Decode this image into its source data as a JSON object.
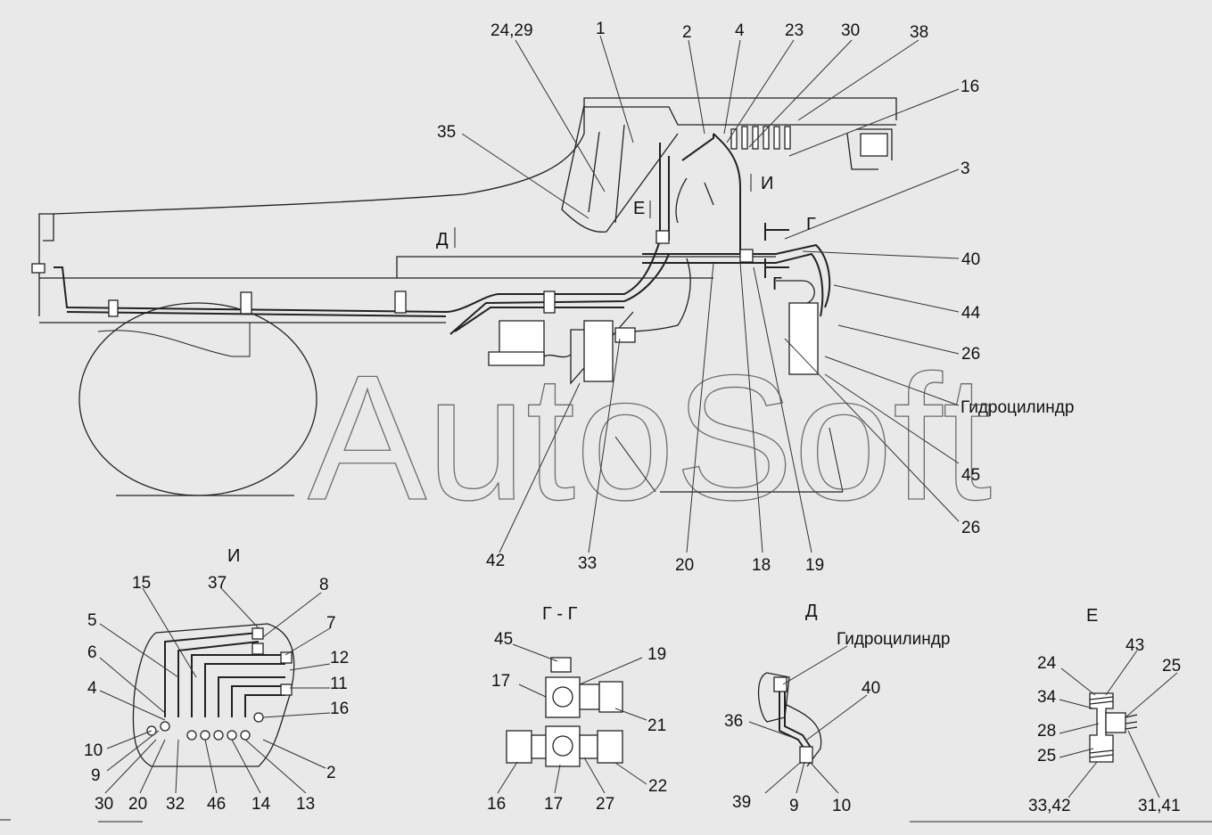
{
  "watermark": "AutoSoft",
  "main_labels": {
    "l_24_29": "24,29",
    "l_1": "1",
    "l_2": "2",
    "l_4": "4",
    "l_23": "23",
    "l_30": "30",
    "l_38": "38",
    "l_16": "16",
    "l_3": "3",
    "l_35": "35",
    "l_40": "40",
    "l_44": "44",
    "l_26a": "26",
    "l_45": "45",
    "l_26b": "26",
    "l_42": "42",
    "l_33": "33",
    "l_20": "20",
    "l_18": "18",
    "l_19": "19",
    "view_I": "И",
    "view_E": "Е",
    "view_D": "Д",
    "section_G1": "Г",
    "section_G2": "Г",
    "cylinder": "Гидроцилиндр"
  },
  "view_I": {
    "title": "И",
    "labels": [
      "15",
      "37",
      "8",
      "5",
      "7",
      "6",
      "12",
      "4",
      "11",
      "16",
      "10",
      "9",
      "30",
      "20",
      "32",
      "46",
      "14",
      "13",
      "2"
    ]
  },
  "section_GG": {
    "title": "Г - Г",
    "labels": [
      "45",
      "19",
      "17",
      "21",
      "16",
      "17",
      "27",
      "22"
    ]
  },
  "view_D": {
    "title": "Д",
    "cylinder": "Гидроцилиндр",
    "labels": [
      "40",
      "36",
      "39",
      "9",
      "10"
    ]
  },
  "view_E": {
    "title": "Е",
    "labels": [
      "24",
      "43",
      "25",
      "34",
      "28",
      "25",
      "33,42",
      "31,41"
    ]
  }
}
